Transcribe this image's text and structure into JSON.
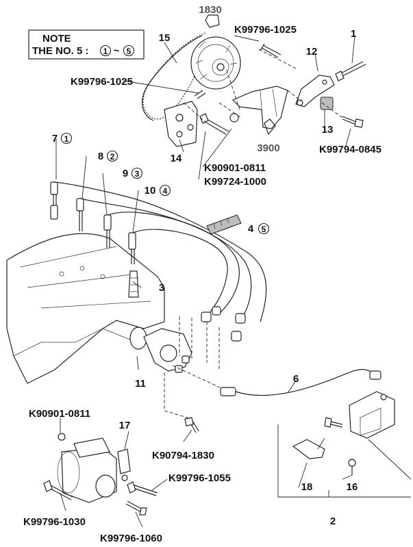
{
  "note": {
    "title": "NOTE",
    "line": "THE NO. 5 :",
    "range_start": "1",
    "range_sep": "~",
    "range_end": "5"
  },
  "labels": {
    "ref_1830": "1830",
    "ref_3900": "3900",
    "k99796_1025_top": "K99796-1025",
    "k99796_1025_left": "K99796-1025",
    "k99794_0845": "K99794-0845",
    "k90901_0811_mid": "K90901-0811",
    "k99724_1000": "K99724-1000",
    "k90901_0811_low": "K90901-0811",
    "k90794_1830": "K90794-1830",
    "k99796_1055": "K99796-1055",
    "k99796_1030": "K99796-1030",
    "k99796_1060": "K99796-1060",
    "n1": "1",
    "n2": "2",
    "n3": "3",
    "n4": "4",
    "n6": "6",
    "n7": "7",
    "n8": "8",
    "n9": "9",
    "n10": "10",
    "n11": "11",
    "n12": "12",
    "n13": "13",
    "n14": "14",
    "n15": "15",
    "n16": "16",
    "n17": "17",
    "n18": "18",
    "c1": "1",
    "c2": "2",
    "c3": "3",
    "c4": "4",
    "c5": "5"
  }
}
